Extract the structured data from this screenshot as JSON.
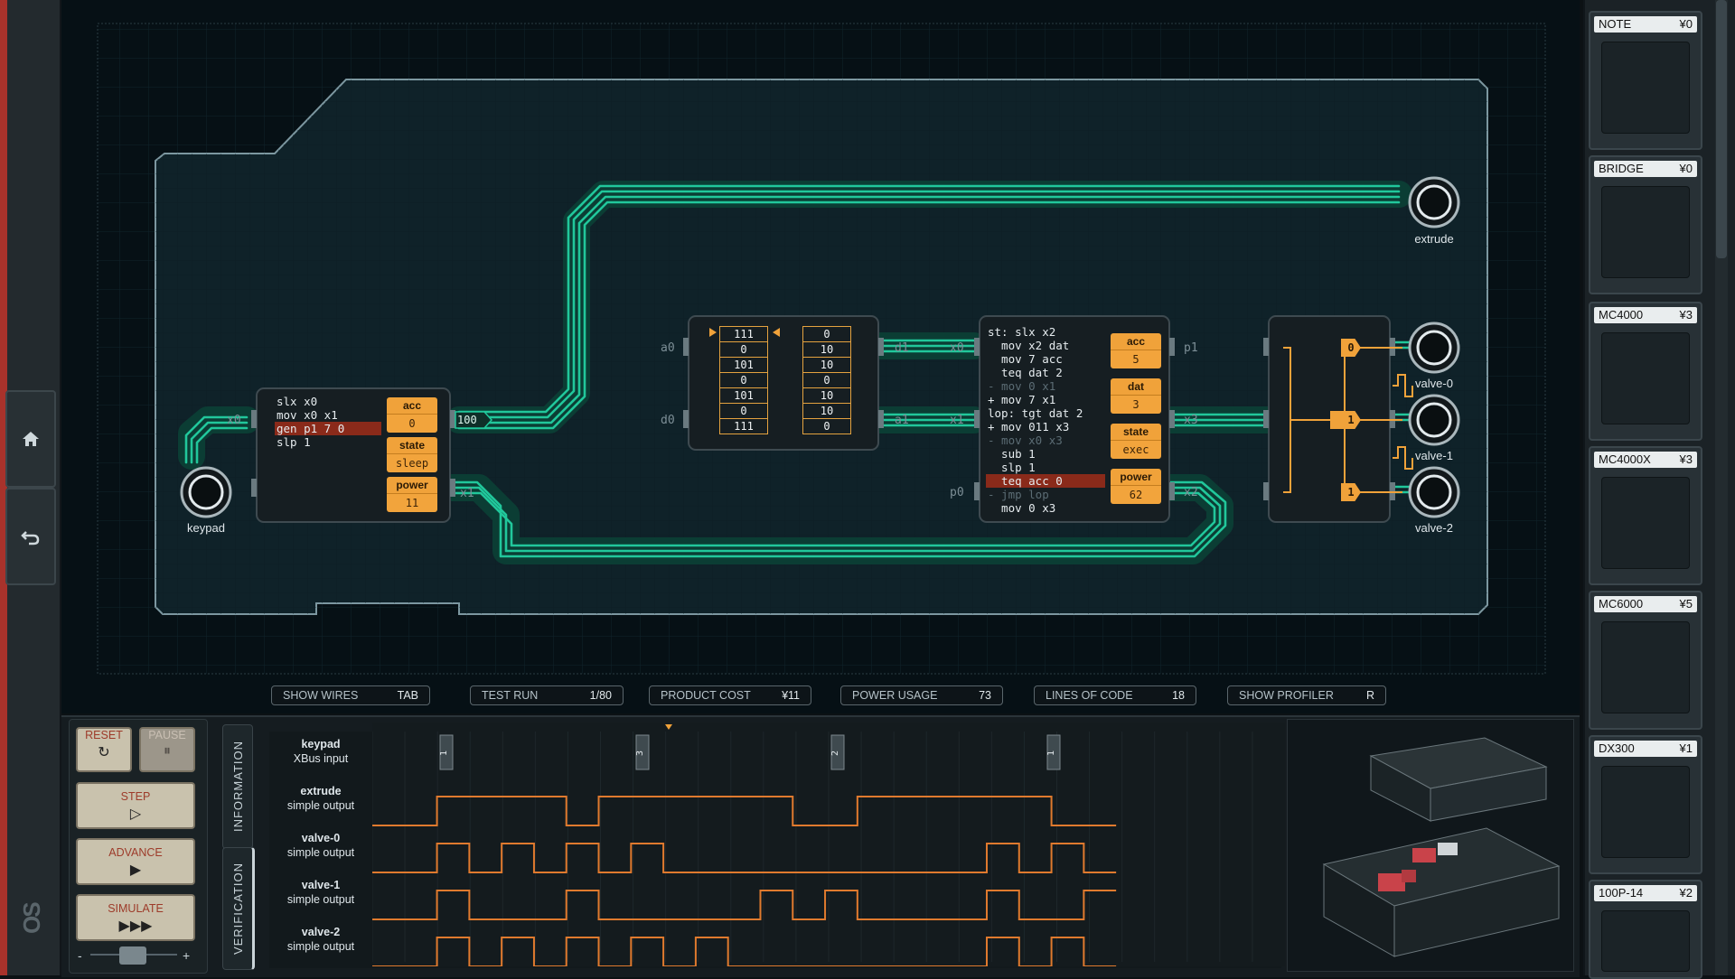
{
  "nav": {
    "home_icon": "home-icon",
    "undo_icon": "undo-icon",
    "logo": "OS"
  },
  "board": {
    "left_node": {
      "code": [
        {
          "text": "slx x0",
          "style": ""
        },
        {
          "text": "mov x0 x1",
          "style": ""
        },
        {
          "text": "gen p1 7 0",
          "style": "hl"
        },
        {
          "text": "slp 1",
          "style": ""
        }
      ],
      "regs": [
        {
          "label": "acc",
          "value": "0"
        },
        {
          "label": "state",
          "value": "sleep"
        },
        {
          "label": "power",
          "value": "11"
        }
      ],
      "port_labels": {
        "x0": "x0",
        "x1": "x1",
        "p1": "100"
      }
    },
    "ram_node": {
      "col_a": [
        "111",
        "0",
        "101",
        "0",
        "101",
        "0",
        "111"
      ],
      "col_b": [
        "0",
        "10",
        "10",
        "0",
        "10",
        "10",
        "0"
      ],
      "port_labels": {
        "a0": "a0",
        "d0": "d0",
        "d1": "d1",
        "a1": "a1"
      }
    },
    "right_node": {
      "code": [
        {
          "text": "st: slx x2",
          "style": ""
        },
        {
          "text": "  mov x2 dat",
          "style": ""
        },
        {
          "text": "  mov 7 acc",
          "style": ""
        },
        {
          "text": "  teq dat 2",
          "style": ""
        },
        {
          "text": "- mov 0 x1",
          "style": "dim"
        },
        {
          "text": "+ mov 7 x1",
          "style": ""
        },
        {
          "text": "lop: tgt dat 2",
          "style": ""
        },
        {
          "text": "+ mov 011 x3",
          "style": ""
        },
        {
          "text": "- mov x0 x3",
          "style": "dim"
        },
        {
          "text": "  sub 1",
          "style": ""
        },
        {
          "text": "  slp 1",
          "style": ""
        },
        {
          "text": "  teq acc 0",
          "style": "hl"
        },
        {
          "text": "- jmp lop",
          "style": "dim"
        },
        {
          "text": "  mov 0 x3",
          "style": ""
        }
      ],
      "regs": [
        {
          "label": "acc",
          "value": "5"
        },
        {
          "label": "dat",
          "value": "3"
        },
        {
          "label": "state",
          "value": "exec"
        },
        {
          "label": "power",
          "value": "62"
        }
      ],
      "port_labels": {
        "x0": "x0",
        "x1": "x1",
        "p0": "p0",
        "p1": "p1",
        "x2": "x2",
        "x3": "x3"
      }
    },
    "demux": {
      "outputs": [
        "0",
        "1",
        "1"
      ]
    },
    "io": {
      "keypad": "keypad",
      "extrude": "extrude",
      "valve0": "valve-0",
      "valve1": "valve-1",
      "valve2": "valve-2"
    }
  },
  "status_bar": {
    "show_wires": {
      "label": "SHOW WIRES",
      "value": "TAB"
    },
    "test_run": {
      "label": "TEST RUN",
      "value": "1/80"
    },
    "product_cost": {
      "label": "PRODUCT COST",
      "value": "¥11"
    },
    "power_usage": {
      "label": "POWER USAGE",
      "value": "73"
    },
    "lines_of_code": {
      "label": "LINES OF CODE",
      "value": "18"
    },
    "show_profiler": {
      "label": "SHOW PROFILER",
      "value": "R"
    }
  },
  "controls": {
    "reset": {
      "label": "RESET",
      "icon": "↻"
    },
    "pause": {
      "label": "PAUSE",
      "icon": "⏸"
    },
    "step": {
      "label": "STEP",
      "icon": "▷"
    },
    "advance": {
      "label": "ADVANCE",
      "icon": "▶"
    },
    "simulate": {
      "label": "SIMULATE",
      "icon": "▶▶▶"
    },
    "speed_minus": "-",
    "speed_plus": "+"
  },
  "tabs": {
    "information": "INFORMATION",
    "verification": "VERIFICATION"
  },
  "timeline": {
    "rows": [
      {
        "name": "keypad",
        "type": "XBus input"
      },
      {
        "name": "extrude",
        "type": "simple output"
      },
      {
        "name": "valve-0",
        "type": "simple output"
      },
      {
        "name": "valve-1",
        "type": "simple output"
      },
      {
        "name": "valve-2",
        "type": "simple output"
      }
    ],
    "keypad_events": [
      "1",
      "3",
      "2",
      "1"
    ]
  },
  "parts": [
    {
      "name": "NOTE",
      "cost": "¥0"
    },
    {
      "name": "BRIDGE",
      "cost": "¥0"
    },
    {
      "name": "MC4000",
      "cost": "¥3"
    },
    {
      "name": "MC4000X",
      "cost": "¥3"
    },
    {
      "name": "MC6000",
      "cost": "¥5"
    },
    {
      "name": "DX300",
      "cost": "¥1"
    },
    {
      "name": "100P-14",
      "cost": "¥2"
    }
  ],
  "colors": {
    "wire": "#20c79a",
    "accent": "#f0a23a",
    "board": "#0a1a20",
    "reset_text": "#9d3b2a"
  }
}
